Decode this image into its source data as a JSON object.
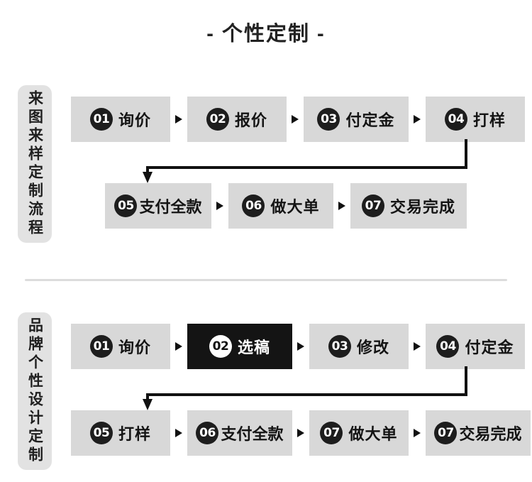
{
  "page": {
    "title": "- 个性定制 -",
    "background": "#ffffff",
    "accent_dark": "#141414",
    "chip_bg": "#d8d8d8",
    "label_bg": "#e2e2e2",
    "divider_color": "#dcdcdc"
  },
  "sections": [
    {
      "id": "lai-tu-lai-yang",
      "vertical_label": "来图来样定制流程",
      "rows": [
        {
          "steps": [
            {
              "num": "01",
              "label": "询价",
              "highlight": false,
              "width": 140,
              "tight": false
            },
            {
              "num": "02",
              "label": "报价",
              "highlight": false,
              "width": 140,
              "tight": false
            },
            {
              "num": "03",
              "label": "付定金",
              "highlight": false,
              "width": 148,
              "tight": false
            },
            {
              "num": "04",
              "label": "打样",
              "highlight": false,
              "width": 140,
              "tight": false
            }
          ]
        },
        {
          "steps": [
            {
              "num": "05",
              "label": "支付全款",
              "highlight": false,
              "width": 150,
              "tight": true
            },
            {
              "num": "06",
              "label": "做大单",
              "highlight": false,
              "width": 148,
              "tight": false
            },
            {
              "num": "07",
              "label": "交易完成",
              "highlight": false,
              "width": 164,
              "tight": false
            }
          ]
        }
      ]
    },
    {
      "id": "pin-pai-ge-xing",
      "vertical_label": "品牌个性设计定制",
      "rows": [
        {
          "steps": [
            {
              "num": "01",
              "label": "询价",
              "highlight": false,
              "width": 140,
              "tight": false
            },
            {
              "num": "02",
              "label": "选稿",
              "highlight": true,
              "width": 148,
              "tight": false
            },
            {
              "num": "03",
              "label": "修改",
              "highlight": false,
              "width": 140,
              "tight": false
            },
            {
              "num": "04",
              "label": "付定金",
              "highlight": false,
              "width": 140,
              "tight": false
            }
          ]
        },
        {
          "steps": [
            {
              "num": "05",
              "label": "打样",
              "highlight": false,
              "width": 140,
              "tight": false
            },
            {
              "num": "06",
              "label": "支付全款",
              "highlight": false,
              "width": 148,
              "tight": true
            },
            {
              "num": "07",
              "label": "做大单",
              "highlight": false,
              "width": 140,
              "tight": false
            },
            {
              "num": "07",
              "label": "交易完成",
              "highlight": false,
              "width": 148,
              "tight": true
            }
          ]
        }
      ]
    }
  ],
  "connectors": [
    {
      "name": "flow-connector-section-1",
      "from_step": "04",
      "to_step": "05"
    },
    {
      "name": "flow-connector-section-2",
      "from_step": "04",
      "to_step": "05"
    }
  ]
}
